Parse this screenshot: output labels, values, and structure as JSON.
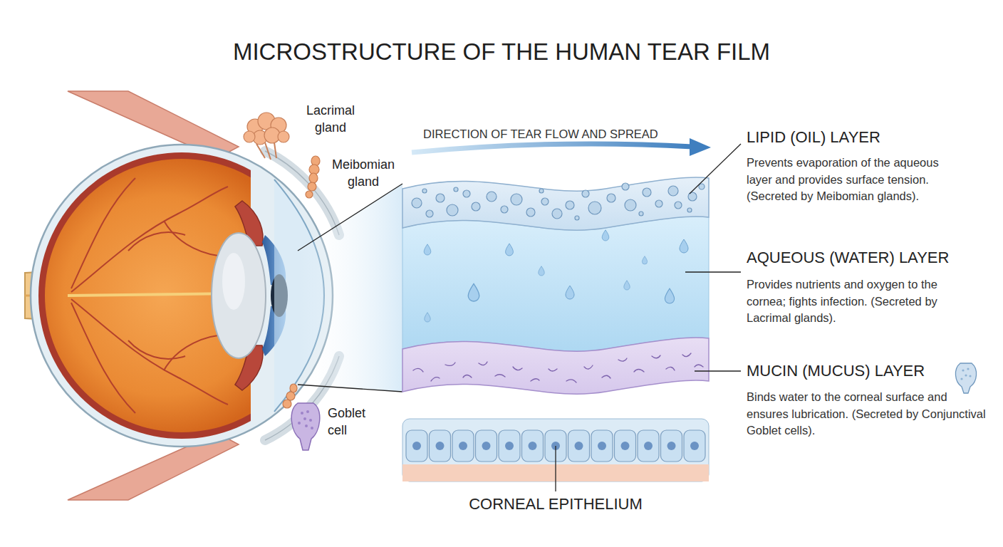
{
  "diagram": {
    "title": "MICROSTRUCTURE OF THE HUMAN TEAR FILM",
    "labels": [
      "Lacrimal gland",
      "Meibomian gland",
      "Goblet cell",
      "DIRECTION OF TEAR FLOW AND SPREAD",
      "LIPID (OIL) LAYER",
      "Prevents evaporation of the aqueous layer and provides surface tension. (Secreted by Meibomian glands).",
      "AQUEOUS (WATER) LAYER",
      "Provides nutrients and oxygen to the cornea; fights infection. (Secreted by Lacrimal glands).",
      "MUCIN (MUCUS) LAYER",
      "Binds water to the corneal surface and ensures lubrication. (Secreted by Conjunctival Goblet cells).",
      "CORNEAL EPITHELIUM"
    ]
  }
}
